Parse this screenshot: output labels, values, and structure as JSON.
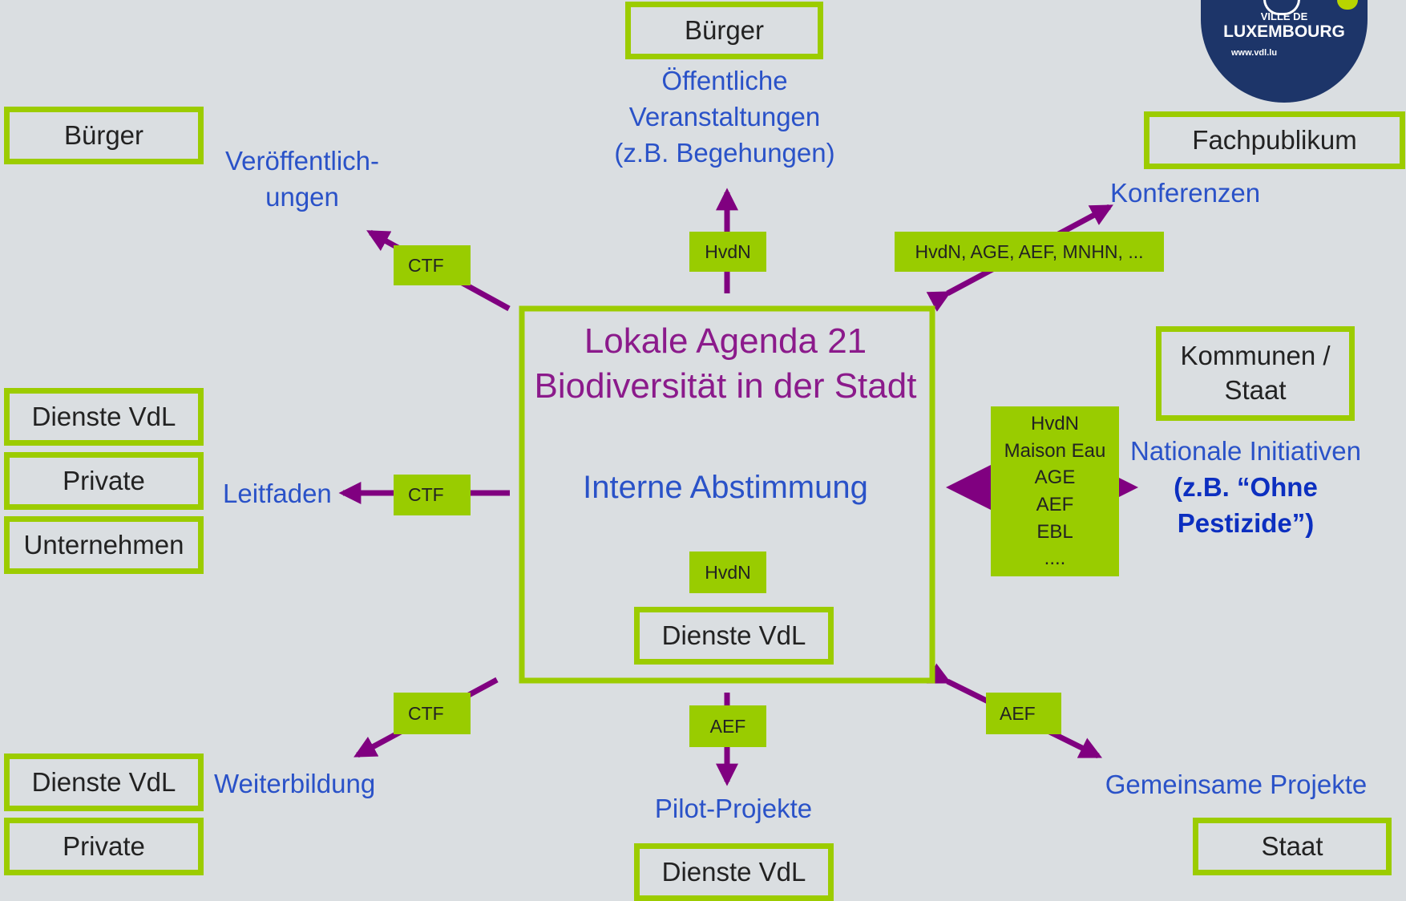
{
  "center": {
    "title_line1": "Lokale Agenda 21",
    "title_line2": "Biodiversität in der Stadt",
    "subtitle": "Interne Abstimmung",
    "inner_tag": "HvdN",
    "inner_box": "Dienste VdL"
  },
  "top": {
    "box": "Bürger",
    "label_line1": "Öffentliche",
    "label_line2": "Veranstaltungen",
    "label_line3": "(z.B. Begehungen)",
    "tag": "HvdN"
  },
  "top_left": {
    "box": "Bürger",
    "label_line1": "Veröffentlich-",
    "label_line2": "ungen",
    "tag": "CTF"
  },
  "left": {
    "boxes": [
      "Dienste VdL",
      "Private",
      "Unternehmen"
    ],
    "label": "Leitfaden",
    "tag": "CTF"
  },
  "bottom_left": {
    "boxes": [
      "Dienste VdL",
      "Private"
    ],
    "label": "Weiterbildung",
    "tag": "CTF"
  },
  "bottom": {
    "box": "Dienste VdL",
    "label": "Pilot-Projekte",
    "tag": "AEF"
  },
  "bottom_right": {
    "box": "Staat",
    "label": "Gemeinsame Projekte",
    "tag": "AEF"
  },
  "right": {
    "box_line1": "Kommunen /",
    "box_line2": "Staat",
    "label": "Nationale Initiativen",
    "label_bold_line1": "(z.B. “Ohne",
    "label_bold_line2": "Pestizide”)",
    "tag_lines": [
      "HvdN",
      "Maison Eau",
      "AGE",
      "AEF",
      "EBL",
      "...."
    ]
  },
  "top_right": {
    "box": "Fachpublikum",
    "label": "Konferenzen",
    "tag": "HvdN, AGE, AEF, MNHN, ..."
  },
  "logo": {
    "small": "VILLE DE",
    "main": "LUXEMBOURG",
    "url": "www.vdl.lu"
  },
  "colors": {
    "background": "#dadee1",
    "box_border": "#9ccc00",
    "tag_fill": "#99cc00",
    "arrow": "#800080",
    "center_title": "#8b1a8b",
    "label_blue": "#2a52c8",
    "logo_blue": "#1d3569"
  }
}
